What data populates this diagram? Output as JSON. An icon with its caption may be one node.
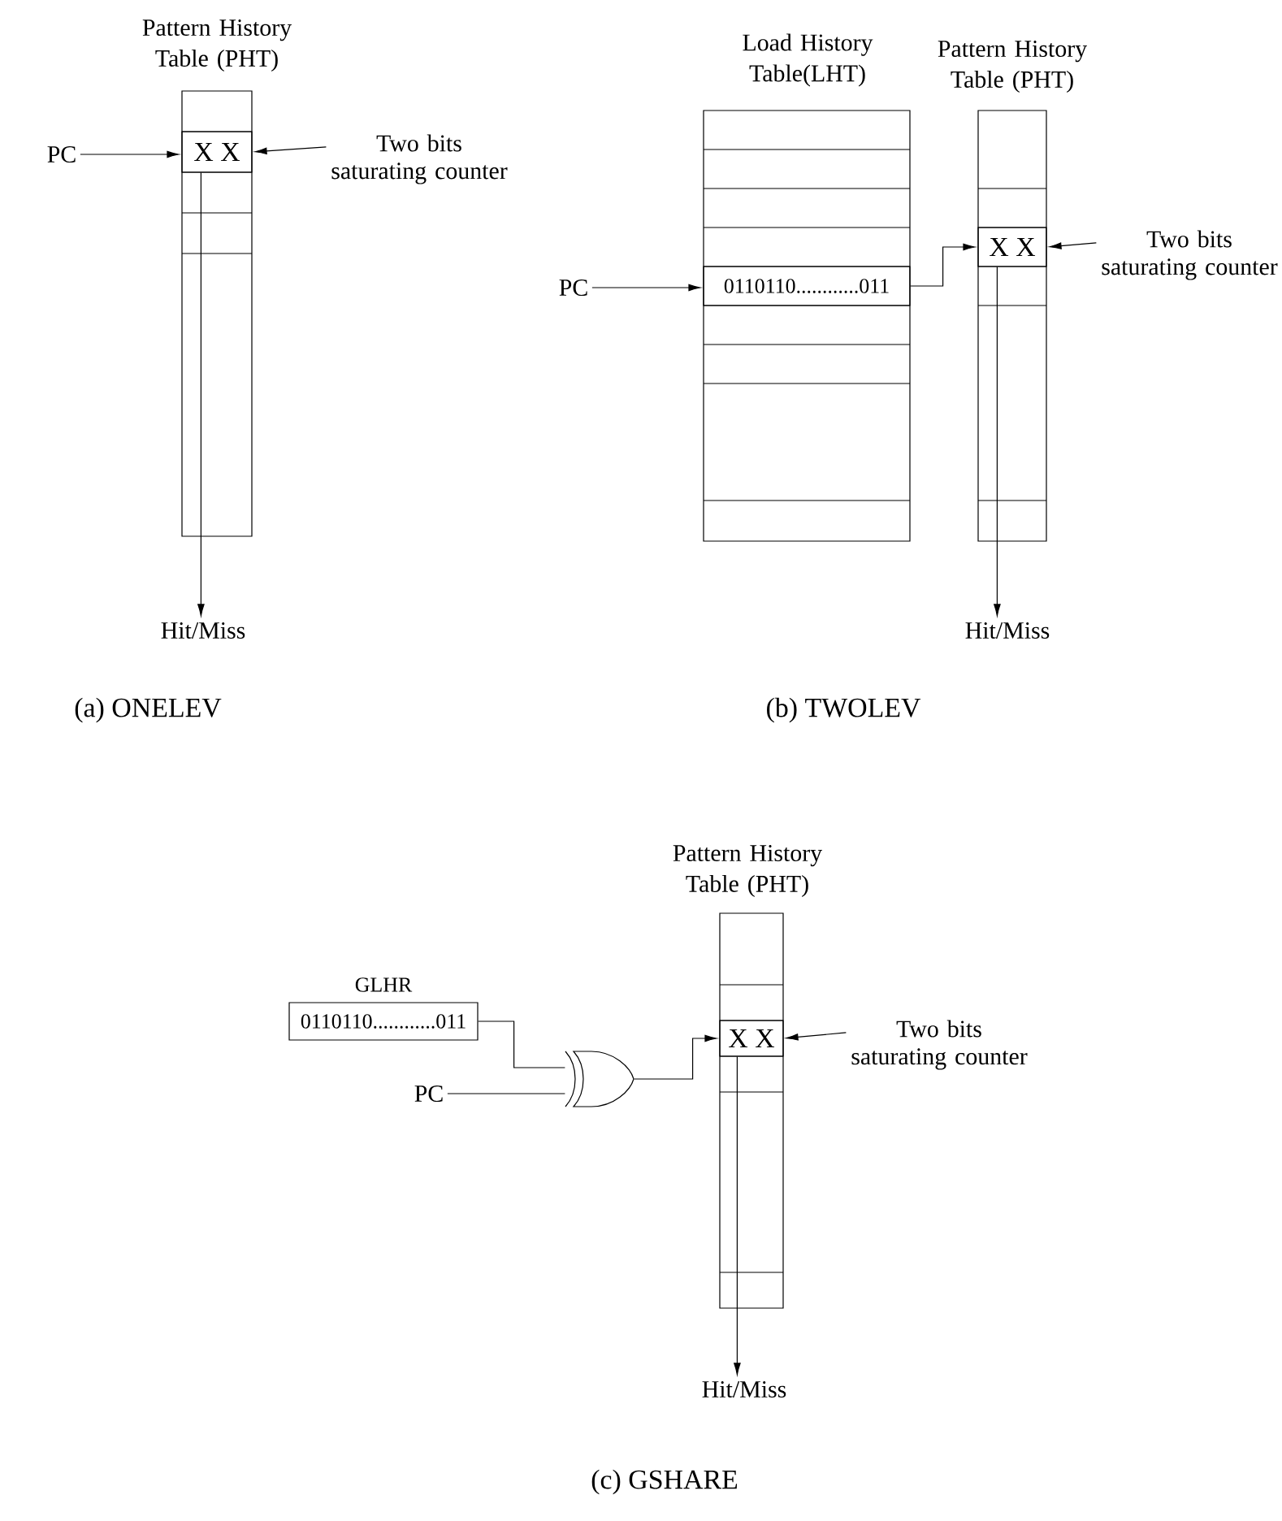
{
  "diagram": {
    "nodes": [
      {
        "text": [
          "PC"
        ]
      },
      {
        "text": [
          "Pattern History Table (PHT)"
        ]
      },
      {
        "text": [
          "X X"
        ],
        "in": 1
      },
      {
        "text": [
          "Two bits saturating counter"
        ]
      },
      {
        "text": [
          "Hit/Miss"
        ]
      },
      {
        "text": [
          "PC"
        ]
      },
      {
        "text": [
          "Load History Table(LHT)"
        ]
      },
      {
        "text": [
          "0110110............011"
        ],
        "in": 6
      },
      {
        "text": [
          "Pattern History Table (PHT)"
        ]
      },
      {
        "text": [
          "X X"
        ],
        "in": 8
      },
      {
        "text": [
          "Two bits saturating counter"
        ]
      },
      {
        "text": [
          "Hit/Miss"
        ]
      },
      {
        "text": [
          "GLHR",
          "0110110............011"
        ]
      },
      {
        "text": [
          "PC"
        ]
      },
      {
        "text": [],
        "shape": "gate"
      },
      {
        "text": [
          "Pattern History Table (PHT)"
        ]
      },
      {
        "text": [
          "X X"
        ],
        "in": 15
      },
      {
        "text": [
          "Two bits saturating counter"
        ]
      },
      {
        "text": [
          "Hit/Miss"
        ]
      }
    ],
    "edges": [
      {
        "from": 0,
        "to": 2,
        "arrow": "to"
      },
      {
        "from": 3,
        "to": 2,
        "arrow": "to"
      },
      {
        "from": 2,
        "to": 4,
        "arrow": "to"
      },
      {
        "from": 5,
        "to": 7,
        "arrow": "to"
      },
      {
        "from": 7,
        "to": 9,
        "arrow": "to"
      },
      {
        "from": 10,
        "to": 9,
        "arrow": "to"
      },
      {
        "from": 9,
        "to": 11,
        "arrow": "to"
      },
      {
        "from": 12,
        "to": 14,
        "arrow": "none"
      },
      {
        "from": 13,
        "to": 14,
        "arrow": "none"
      },
      {
        "from": 14,
        "to": 16,
        "arrow": "to"
      },
      {
        "from": 17,
        "to": 16,
        "arrow": "to"
      },
      {
        "from": 16,
        "to": 18,
        "arrow": "to"
      }
    ],
    "labels": [
      "(a) ONELEV",
      "(b) TWOLEV",
      "(c) GSHARE"
    ]
  }
}
